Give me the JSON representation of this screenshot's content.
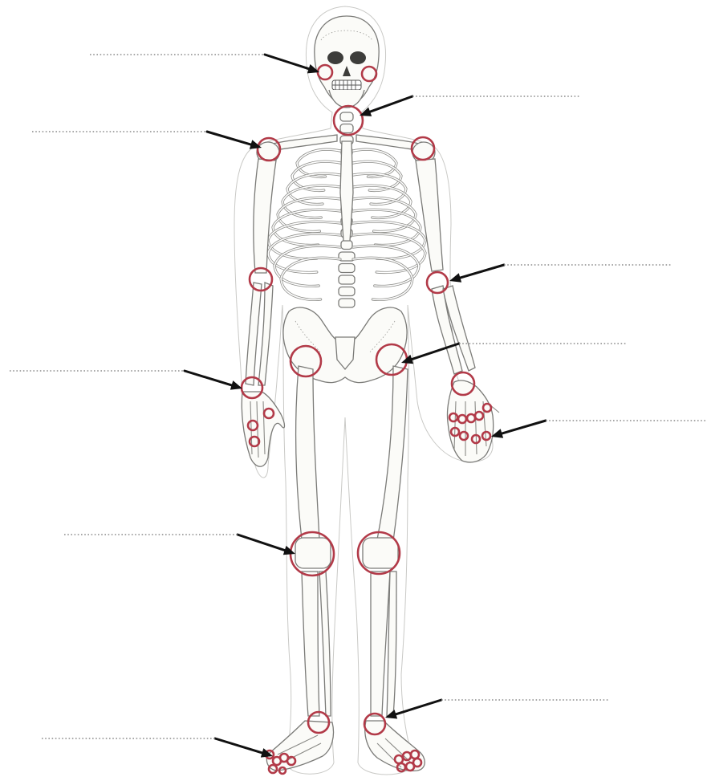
{
  "diagram": {
    "colors": {
      "joint_circle": "#b23a48",
      "arrow": "#111111",
      "label_line": "#8c8c8c"
    },
    "joints": [
      "jaw-left",
      "jaw-right",
      "neck",
      "shoulder-left",
      "shoulder-right",
      "elbow-left",
      "elbow-right",
      "hip-left",
      "hip-right",
      "wrist-left",
      "wrist-right",
      "knee-left",
      "knee-right",
      "ankle-left",
      "ankle-right"
    ],
    "label_lines": [
      {
        "id": "jaw",
        "side": "left",
        "text": ""
      },
      {
        "id": "neck",
        "side": "right",
        "text": ""
      },
      {
        "id": "shoulder",
        "side": "left",
        "text": ""
      },
      {
        "id": "elbow",
        "side": "right",
        "text": ""
      },
      {
        "id": "hip",
        "side": "right",
        "text": ""
      },
      {
        "id": "wrist",
        "side": "left",
        "text": ""
      },
      {
        "id": "fingers",
        "side": "right",
        "text": ""
      },
      {
        "id": "knee",
        "side": "left",
        "text": ""
      },
      {
        "id": "ankle",
        "side": "right",
        "text": ""
      },
      {
        "id": "toes",
        "side": "left",
        "text": ""
      }
    ]
  }
}
